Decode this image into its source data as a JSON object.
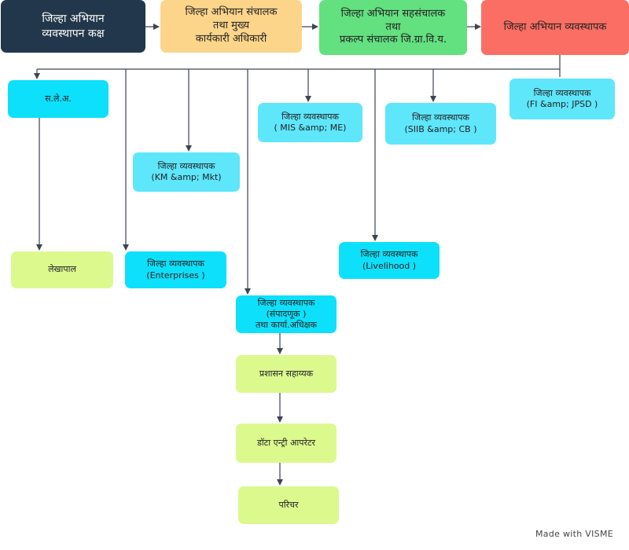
{
  "header": {
    "cell": "जिल्हा अभियान\nव्यवस्थापन कक्ष",
    "director": "जिल्हा अभियान संचालक\nतथा मुख्य\nकार्यकारी अधिकारी",
    "joint_director": "जिल्हा अभियान सहसंचालक\nतथा\nप्रकल्प संचालक जि.ग्रा.वि.य.",
    "manager": "जिल्हा अभियान व्यवस्थापक"
  },
  "units": {
    "sla": "स.ले.अ.",
    "accountant": "लेखापाल",
    "enterprises": "जिल्हा व्यवस्थापक\n(Enterprises )",
    "km_mkt": "जिल्हा व्यवस्थापक\n(KM &amp; Mkt)",
    "procurement": "जिल्हा व्यवस्थापक\n(संपादणूक )\nतथा कार्या.अधिक्षक",
    "admin_assistant": "प्रशासन सहाय्यक",
    "data_entry": "डॉटा एन्ट्री आपरेटर",
    "attendant": "परिचर",
    "mis_me": "जिल्हा व्यवस्थापक\n( MIS &amp; ME)",
    "livelihood": "जिल्हा व्यवस्थापक\n(Livelihood )",
    "siib_cb": "जिल्हा व्यवस्थापक\n(SIIB &amp; CB )",
    "fi_jpsd": "जिल्हा व्यवस्थापक\n(FI &amp; JPSD )"
  },
  "colors": {
    "navy": "#22374b",
    "orange": "#fcd58a",
    "green": "#63e07f",
    "red": "#fb6e63",
    "cyan": "#0de0fb",
    "light_cyan": "#5ee6fb",
    "lime": "#dcf98e",
    "connector": "#3d4452"
  },
  "watermark": "Made with VISME"
}
